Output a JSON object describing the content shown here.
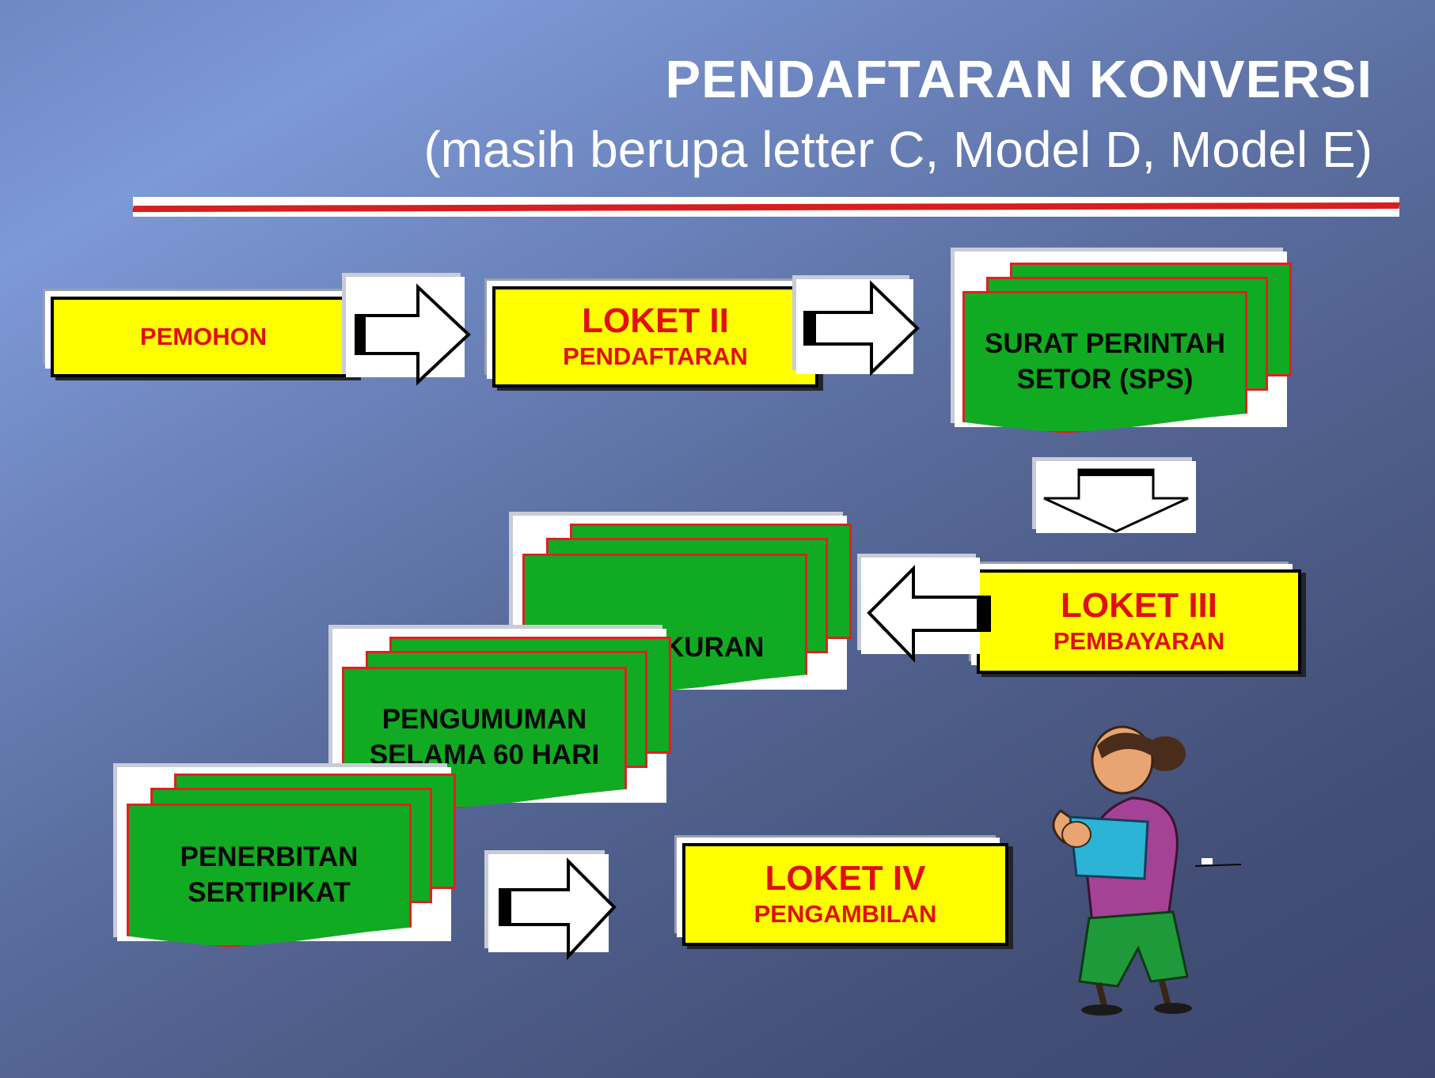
{
  "title": "PENDAFTARAN KONVERSI",
  "subtitle": "(masih berupa letter C, Model D, Model E)",
  "colors": {
    "yellow_box": "#ffff00",
    "green_box": "#10ab22",
    "label_red": "#e01010",
    "border_red": "#e02020"
  },
  "steps": {
    "pemohon": {
      "label": "PEMOHON"
    },
    "loket2": {
      "title": "LOKET II",
      "subtitle": "PENDAFTARAN"
    },
    "sps": {
      "line1": "SURAT PERINTAH",
      "line2": "SETOR (SPS)"
    },
    "loket3": {
      "title": "LOKET III",
      "subtitle": "PEMBAYARAN"
    },
    "pengukuran": {
      "label": "PENGUKURAN"
    },
    "pengumuman": {
      "line1": "PENGUMUMAN",
      "line2": "SELAMA 60 HARI"
    },
    "penerbitan": {
      "line1": "PENERBITAN",
      "line2": "SERTIPIKAT"
    },
    "loket4": {
      "title": "LOKET IV",
      "subtitle": "PENGAMBILAN"
    }
  },
  "icons": [
    "arrow-right-icon",
    "arrow-down-icon",
    "arrow-left-icon",
    "person-clipart-icon"
  ]
}
